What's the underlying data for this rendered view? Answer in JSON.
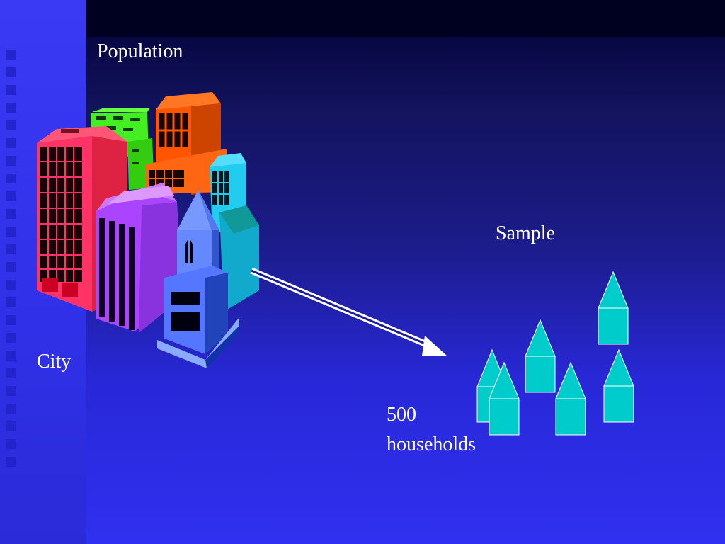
{
  "labels": {
    "population": "Population",
    "city": "City",
    "sample": "Sample",
    "sample_count": "500",
    "sample_unit": "households"
  },
  "colors": {
    "background_top": "#000030",
    "background_bottom": "#3030f0",
    "house_fill": "#00cccc",
    "arrow": "#ffffff",
    "text": "#ffffff"
  },
  "icons": {
    "city": "city-buildings-icon",
    "arrow": "arrow-icon",
    "house": "house-icon"
  }
}
